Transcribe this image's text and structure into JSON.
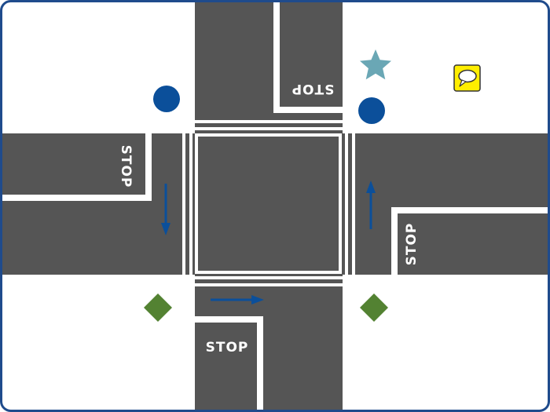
{
  "stop_signs": [
    {
      "label": "STOP"
    },
    {
      "label": "STOP"
    },
    {
      "label": "STOP"
    },
    {
      "label": "STOP"
    }
  ],
  "markers": {
    "circle_1": {
      "shape": "circle",
      "color": "#0b4f9a"
    },
    "circle_2": {
      "shape": "circle",
      "color": "#0b4f9a"
    },
    "star": {
      "shape": "star",
      "color": "#6aa7b5"
    },
    "diamond_1": {
      "shape": "diamond",
      "color": "#538232"
    },
    "diamond_2": {
      "shape": "diamond",
      "color": "#538232"
    },
    "speech_bubble": {
      "shape": "speech-bubble-icon",
      "color": "#ffee00"
    }
  },
  "arrows": {
    "color": "#0b4f9a",
    "items": [
      {
        "name": "down"
      },
      {
        "name": "up"
      },
      {
        "name": "right"
      }
    ]
  },
  "colors": {
    "road": "#555555",
    "lines": "#ffffff",
    "border": "#1f4b8c"
  }
}
